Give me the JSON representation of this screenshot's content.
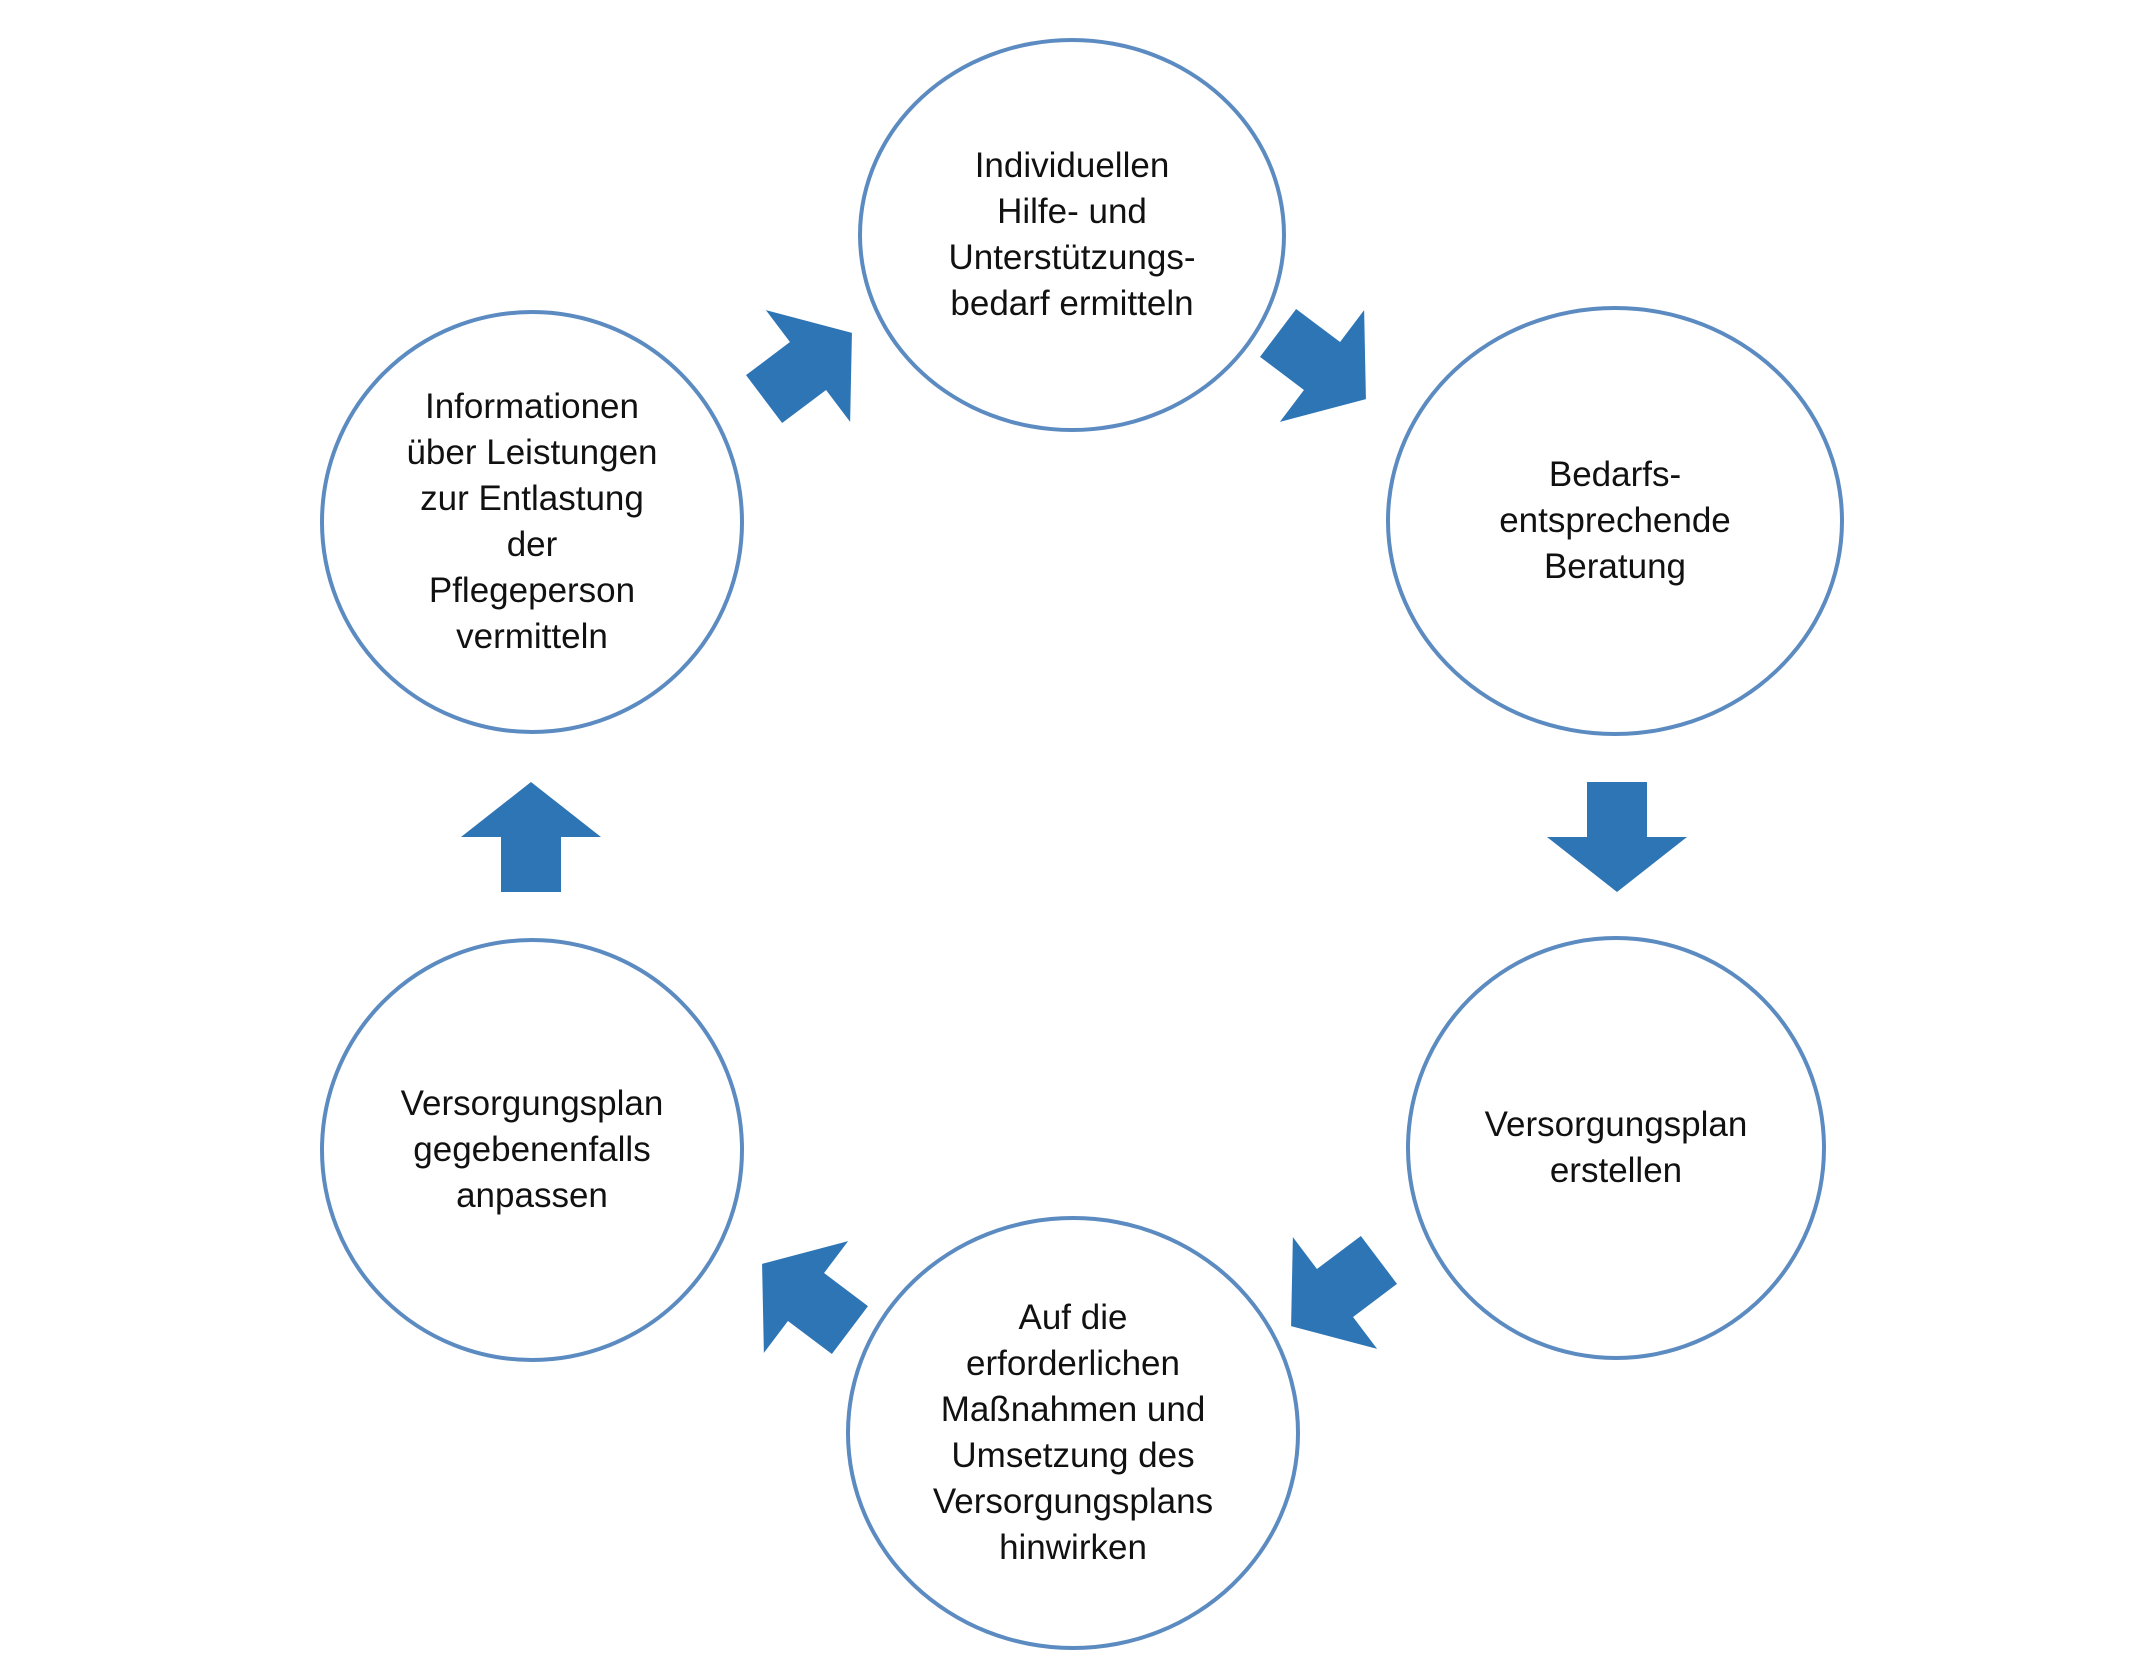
{
  "colors": {
    "circle_stroke": "#5b8bc0",
    "arrow_fill": "#2e75b6",
    "text": "#111111",
    "background": "#ffffff"
  },
  "nodes": [
    {
      "id": "bedarf-ermitteln",
      "label": "Individuellen\nHilfe- und\nUnterstützungs-\nbedarf ermitteln"
    },
    {
      "id": "beratung",
      "label": "Bedarfs-\nentsprechende\nBeratung"
    },
    {
      "id": "plan-erstellen",
      "label": "Versorgungsplan\nerstellen"
    },
    {
      "id": "massnahmen",
      "label": "Auf die\nerforderlichen\nMaßnahmen und\nUmsetzung des\nVersorgungsplans\nhinwirken"
    },
    {
      "id": "plan-anpassen",
      "label": "Versorgungsplan\ngegebenenfalls\nanpassen"
    },
    {
      "id": "informationen",
      "label": "Informationen\nüber Leistungen\nzur Entlastung\nder\nPflegeperson\nvermitteln"
    }
  ],
  "arrows": [
    {
      "from": "bedarf-ermitteln",
      "to": "beratung",
      "icon": "arrow-icon"
    },
    {
      "from": "beratung",
      "to": "plan-erstellen",
      "icon": "arrow-icon"
    },
    {
      "from": "plan-erstellen",
      "to": "massnahmen",
      "icon": "arrow-icon"
    },
    {
      "from": "massnahmen",
      "to": "plan-anpassen",
      "icon": "arrow-icon"
    },
    {
      "from": "plan-anpassen",
      "to": "informationen",
      "icon": "arrow-icon"
    },
    {
      "from": "informationen",
      "to": "bedarf-ermitteln",
      "icon": "arrow-icon"
    }
  ]
}
